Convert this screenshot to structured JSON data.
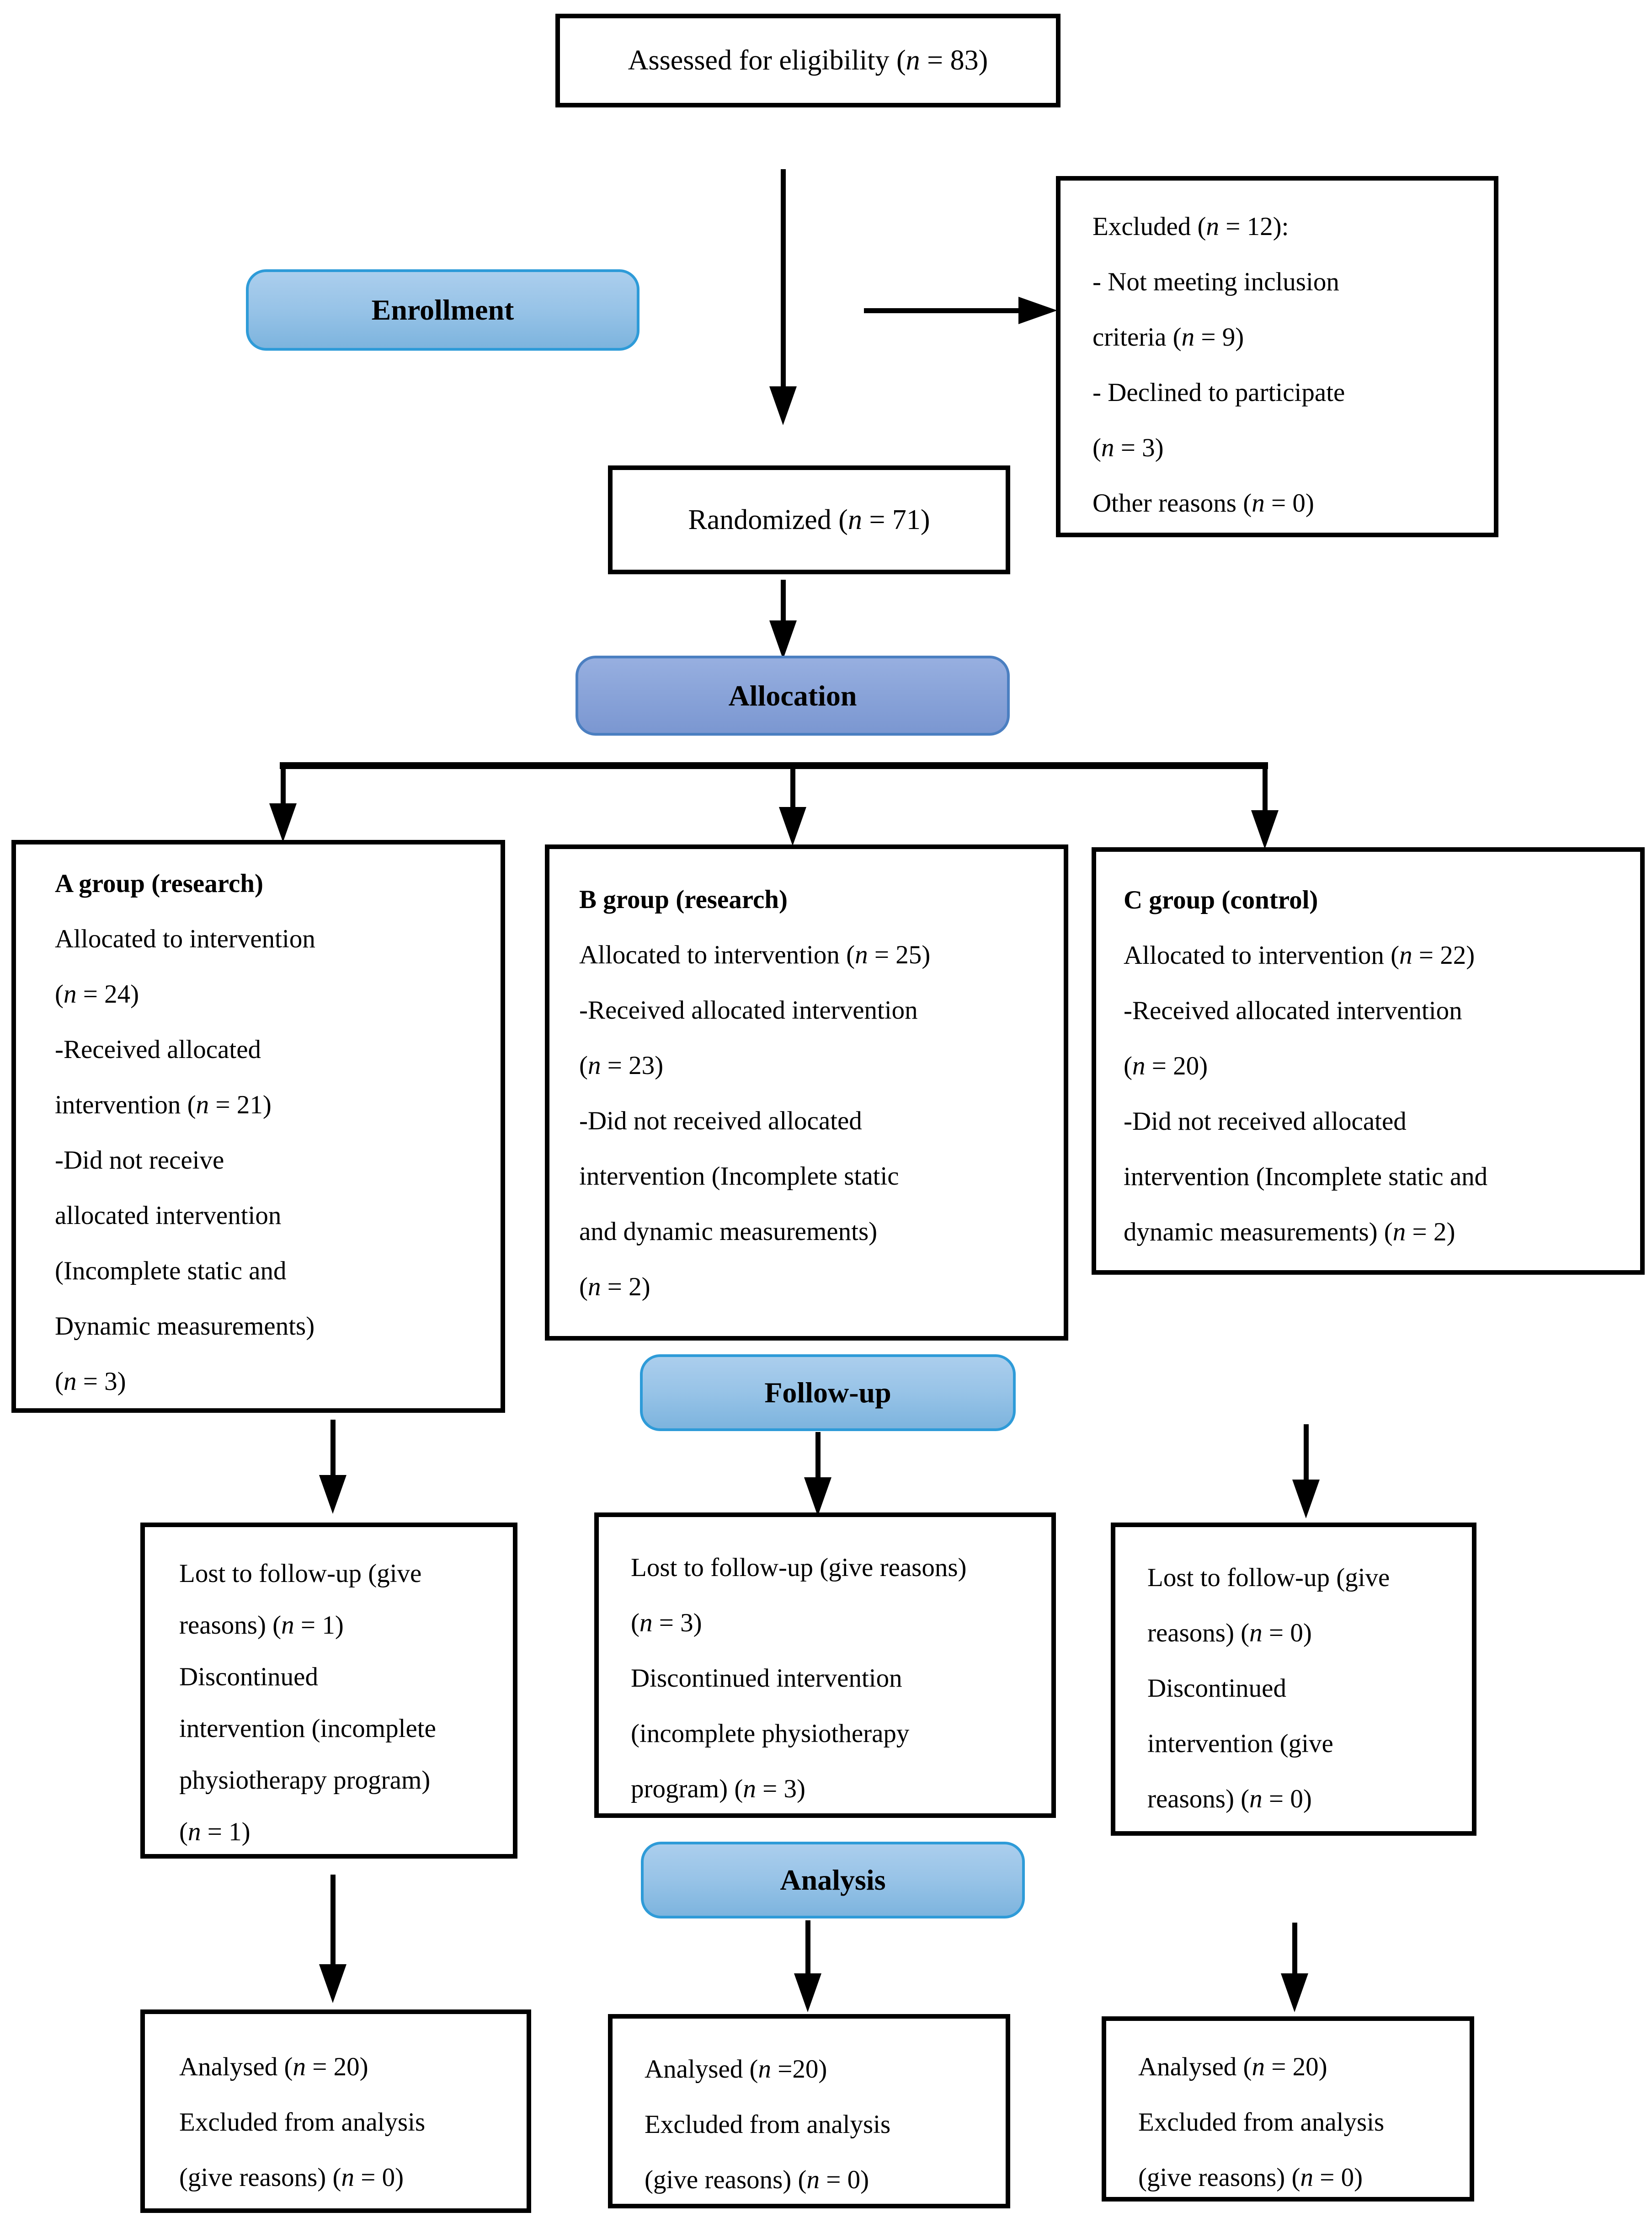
{
  "colors": {
    "box_border": "#000000",
    "stage_banner_light_top": "#abceed",
    "stage_banner_light_bottom": "#7db4de",
    "stage_banner_light_border": "#2e9bd8",
    "allocation_banner_top": "#97afe0",
    "allocation_banner_bottom": "#7b97d1",
    "allocation_banner_border": "#4b7fc1"
  },
  "assessed": {
    "text": "Assessed for eligibility (n = 83)"
  },
  "randomized": {
    "text": "Randomized (n = 71)"
  },
  "banners": {
    "enrollment": "Enrollment",
    "allocation": "Allocation",
    "followup": "Follow-up",
    "analysis": "Analysis"
  },
  "excluded": {
    "lines": [
      "Excluded (n = 12):",
      "- Not meeting inclusion",
      "criteria (n = 9)",
      "- Declined to participate",
      "(n = 3)",
      "Other reasons (n = 0)"
    ]
  },
  "groups": {
    "a": {
      "heading": "A group (research)",
      "lines": [
        "Allocated to intervention",
        "(n = 24)",
        "-Received allocated",
        "intervention (n = 21)",
        "-Did not receive",
        "allocated intervention",
        "(Incomplete static and",
        "Dynamic measurements)",
        "(n = 3)"
      ]
    },
    "b": {
      "heading": "B group (research)",
      "lines": [
        "Allocated to intervention (n = 25)",
        "-Received allocated intervention",
        "(n = 23)",
        "-Did not received allocated",
        "intervention (Incomplete static",
        "and dynamic measurements)",
        "(n = 2)"
      ]
    },
    "c": {
      "heading": "C group (control)",
      "lines": [
        "Allocated to intervention (n = 22)",
        "-Received allocated intervention",
        "(n = 20)",
        "-Did not received allocated",
        "intervention (Incomplete static and",
        "dynamic measurements) (n = 2)"
      ]
    }
  },
  "followup_boxes": {
    "a": {
      "lines": [
        "Lost to follow-up (give",
        "reasons) (n = 1)",
        "Discontinued",
        "intervention (incomplete",
        "physiotherapy program)",
        "(n = 1)"
      ]
    },
    "b": {
      "lines": [
        "Lost to follow-up (give reasons)",
        "(n = 3)",
        "Discontinued intervention",
        "(incomplete physiotherapy",
        "program) (n = 3)"
      ]
    },
    "c": {
      "lines": [
        "Lost to follow-up (give",
        "reasons) (n = 0)",
        "Discontinued",
        "intervention (give",
        "reasons) (n = 0)"
      ]
    }
  },
  "analysis_boxes": {
    "a": {
      "lines": [
        "Analysed (n = 20)",
        "Excluded from analysis",
        "(give reasons) (n = 0)"
      ]
    },
    "b": {
      "lines": [
        "Analysed (n =20)",
        "Excluded from analysis",
        "(give reasons) (n = 0)"
      ]
    },
    "c": {
      "lines": [
        "Analysed (n = 20)",
        "Excluded from analysis",
        "(give reasons) (n = 0)"
      ]
    }
  }
}
